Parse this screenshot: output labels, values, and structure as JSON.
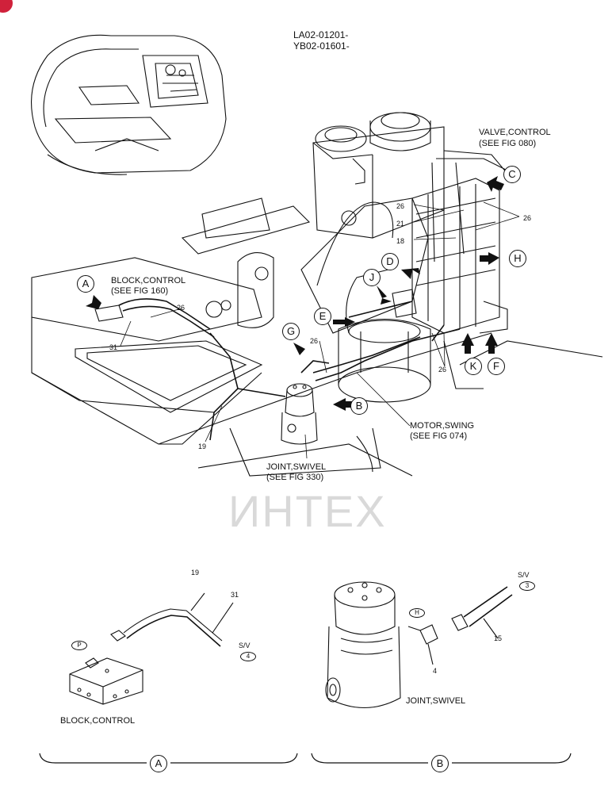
{
  "header": {
    "serial_1": "LA02-01201-",
    "serial_2": "YB02-01601-"
  },
  "labels": {
    "valve_control": "VALVE,CONTROL",
    "valve_control_ref": "(SEE FIG 080)",
    "block_control": "BLOCK,CONTROL",
    "block_control_ref": "(SEE FIG 160)",
    "motor_swing": "MOTOR,SWING",
    "motor_swing_ref": "(SEE FIG 074)",
    "joint_swivel": "JOINT,SWIVEL",
    "joint_swivel_ref": "(SEE FIG 330)",
    "block_control_detail": "BLOCK,CONTROL",
    "joint_swivel_detail": "JOINT,SWIVEL"
  },
  "callouts": {
    "A": "A",
    "B": "B",
    "C": "C",
    "D": "D",
    "E": "E",
    "F": "F",
    "G": "G",
    "H": "H",
    "J": "J",
    "K": "K"
  },
  "part_numbers": {
    "p26a": "26",
    "p21": "21",
    "p18": "18",
    "p26b": "26",
    "p26c": "26",
    "p31a": "31",
    "p26d": "26",
    "p26e": "26",
    "p19a": "19",
    "p19b": "19",
    "p31b": "31",
    "p4": "4",
    "p15": "15"
  },
  "detail_tags": {
    "sv_a": "S/V",
    "sv_a_num": "4",
    "port_p": "P",
    "sv_b": "S/V",
    "sv_b_num": "3",
    "port_h": "H"
  },
  "section_labels": {
    "A": "A",
    "B": "B"
  },
  "watermark": "ИНТЕХ",
  "colors": {
    "line": "#111111",
    "watermark": "#d9d9d9",
    "accent": "#d0213b"
  }
}
